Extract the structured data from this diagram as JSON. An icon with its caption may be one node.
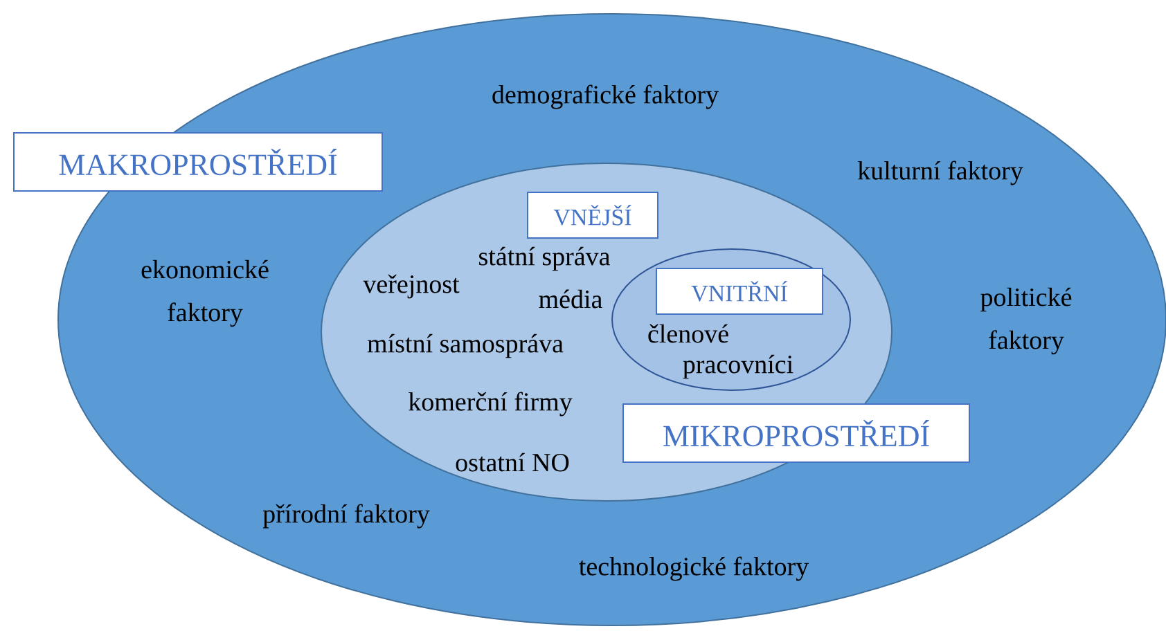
{
  "diagram": {
    "nodes": [
      {
        "text": [
          "demografické faktory",
          "kulturní faktory",
          "ekonomické faktory",
          "politické faktory",
          "přírodní faktory",
          "technologické faktory"
        ]
      },
      {
        "text": [
          "MAKROPROSTŘEDÍ"
        ]
      },
      {
        "text": [
          "státní správa",
          "veřejnost",
          "média",
          "místní samospráva",
          "komerční firmy",
          "ostatní NO"
        ],
        "in": 0
      },
      {
        "text": [
          "VNĚJŠÍ"
        ],
        "in": 2
      },
      {
        "text": [
          "členové",
          "pracovníci"
        ],
        "in": 2
      },
      {
        "text": [
          "VNITŘNÍ"
        ],
        "in": 4
      },
      {
        "text": [
          "MIKROPROSTŘEDÍ"
        ],
        "in": 0
      }
    ]
  }
}
